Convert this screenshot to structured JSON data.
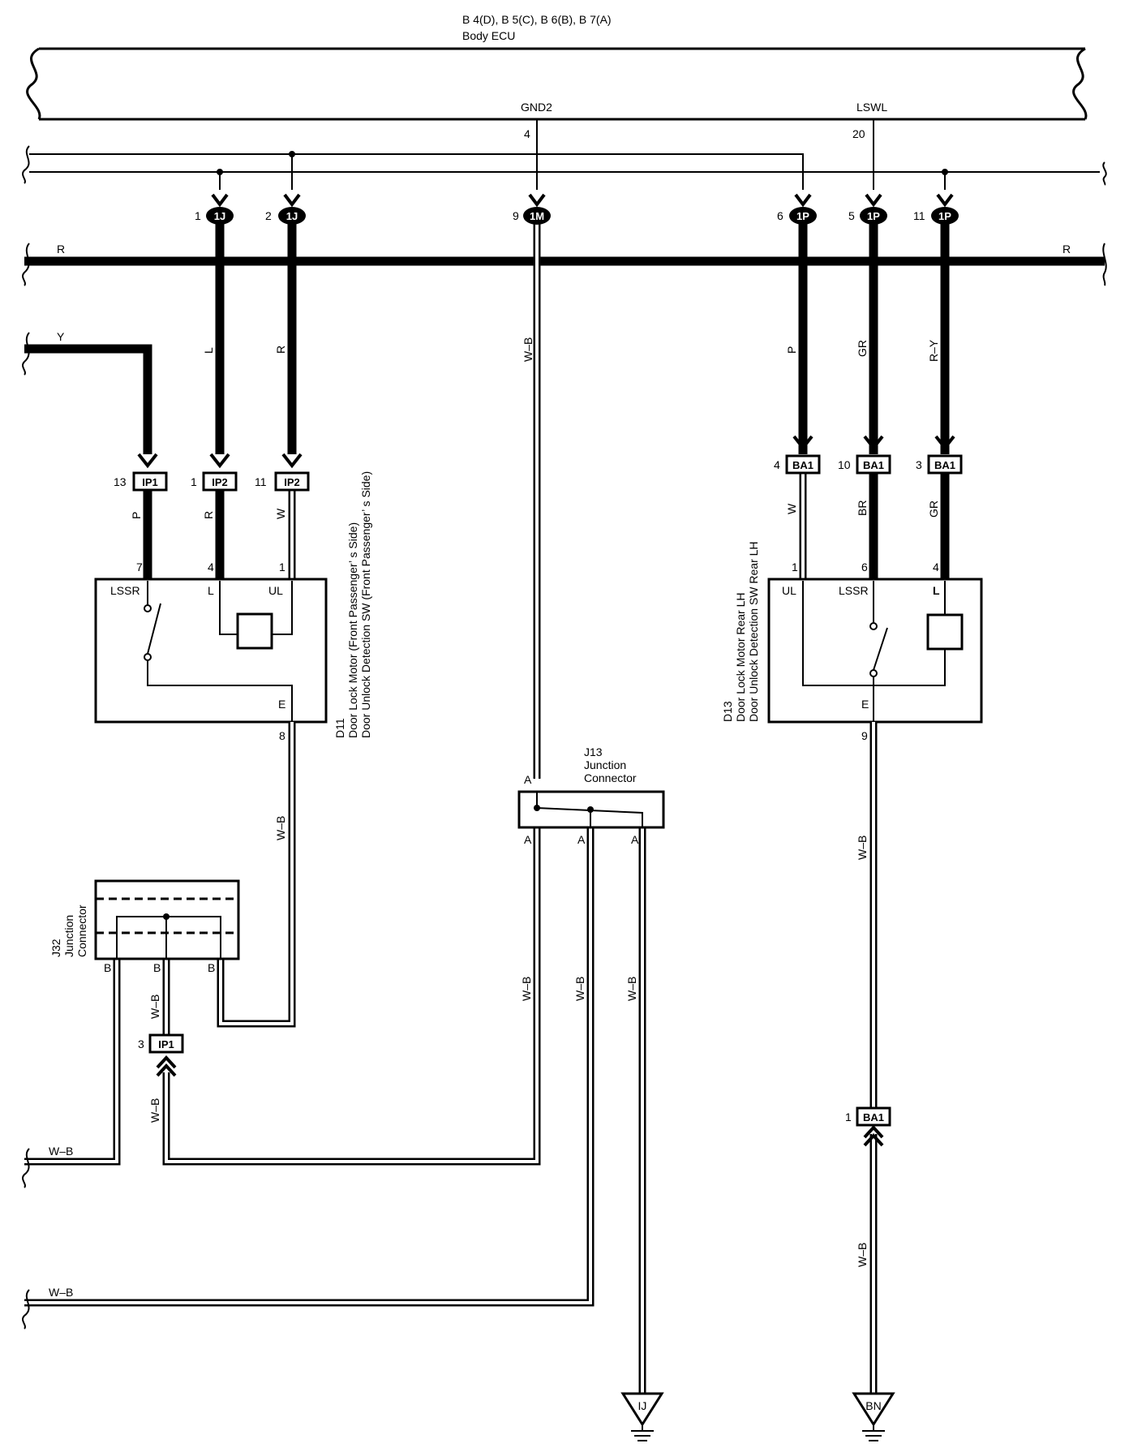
{
  "ecu": {
    "connectors": "B 4(D), B 5(C), B 6(B), B 7(A)",
    "name": "Body ECU",
    "pin_gnd2_label": "GND2",
    "pin_gnd2_num": "4",
    "pin_lswl_label": "LSWL",
    "pin_lswl_num": "20"
  },
  "main_wire_color": "R",
  "junctions_top": [
    {
      "pin": "1",
      "id": "1J"
    },
    {
      "pin": "2",
      "id": "1J"
    },
    {
      "pin": "9",
      "id": "1M"
    },
    {
      "pin": "6",
      "id": "1P"
    },
    {
      "pin": "5",
      "id": "1P"
    },
    {
      "pin": "11",
      "id": "1P"
    }
  ],
  "wire_colors_upper": {
    "y": "Y",
    "l": "L",
    "r": "R",
    "wb": "W–B",
    "p": "P",
    "gr": "GR",
    "ry": "R–Y"
  },
  "left_connectors": [
    {
      "pin": "13",
      "id": "IP1",
      "color": "P"
    },
    {
      "pin": "1",
      "id": "IP2",
      "color": "R"
    },
    {
      "pin": "11",
      "id": "IP2",
      "color": "W"
    }
  ],
  "right_connectors": [
    {
      "pin": "4",
      "id": "BA1",
      "color": "W"
    },
    {
      "pin": "10",
      "id": "BA1",
      "color": "BR"
    },
    {
      "pin": "3",
      "id": "BA1",
      "color": "GR"
    }
  ],
  "d11": {
    "code": "D11",
    "line1": "Door Lock Motor (Front Passenger’ s Side)",
    "line2": "Door Unlock Detection SW (Front Passenger’ s Side)",
    "pins": {
      "lssr_num": "7",
      "l_num": "4",
      "ul_num": "1",
      "e_num": "8"
    },
    "labels": {
      "lssr": "LSSR",
      "l": "L",
      "ul": "UL",
      "e": "E"
    }
  },
  "d13": {
    "code": "D13",
    "line1": "Door Lock Motor Rear LH",
    "line2": "Door Unlock Detection SW Rear LH",
    "pins": {
      "ul_num": "1",
      "lssr_num": "6",
      "l_num": "4",
      "e_num": "9"
    },
    "labels": {
      "ul": "UL",
      "lssr": "LSSR",
      "l": "L",
      "e": "E"
    }
  },
  "j13": {
    "code": "J13",
    "line1": "Junction",
    "line2": "Connector",
    "pin": "A"
  },
  "j32": {
    "code": "J32",
    "line1": "Junction",
    "line2": "Connector",
    "pin": "B"
  },
  "lower": {
    "wb": "W–B",
    "ip1_pin": "3",
    "ip1_id": "IP1",
    "ba1_pin": "1",
    "ba1_id": "BA1"
  },
  "grounds": [
    {
      "id": "IJ"
    },
    {
      "id": "BN"
    }
  ]
}
